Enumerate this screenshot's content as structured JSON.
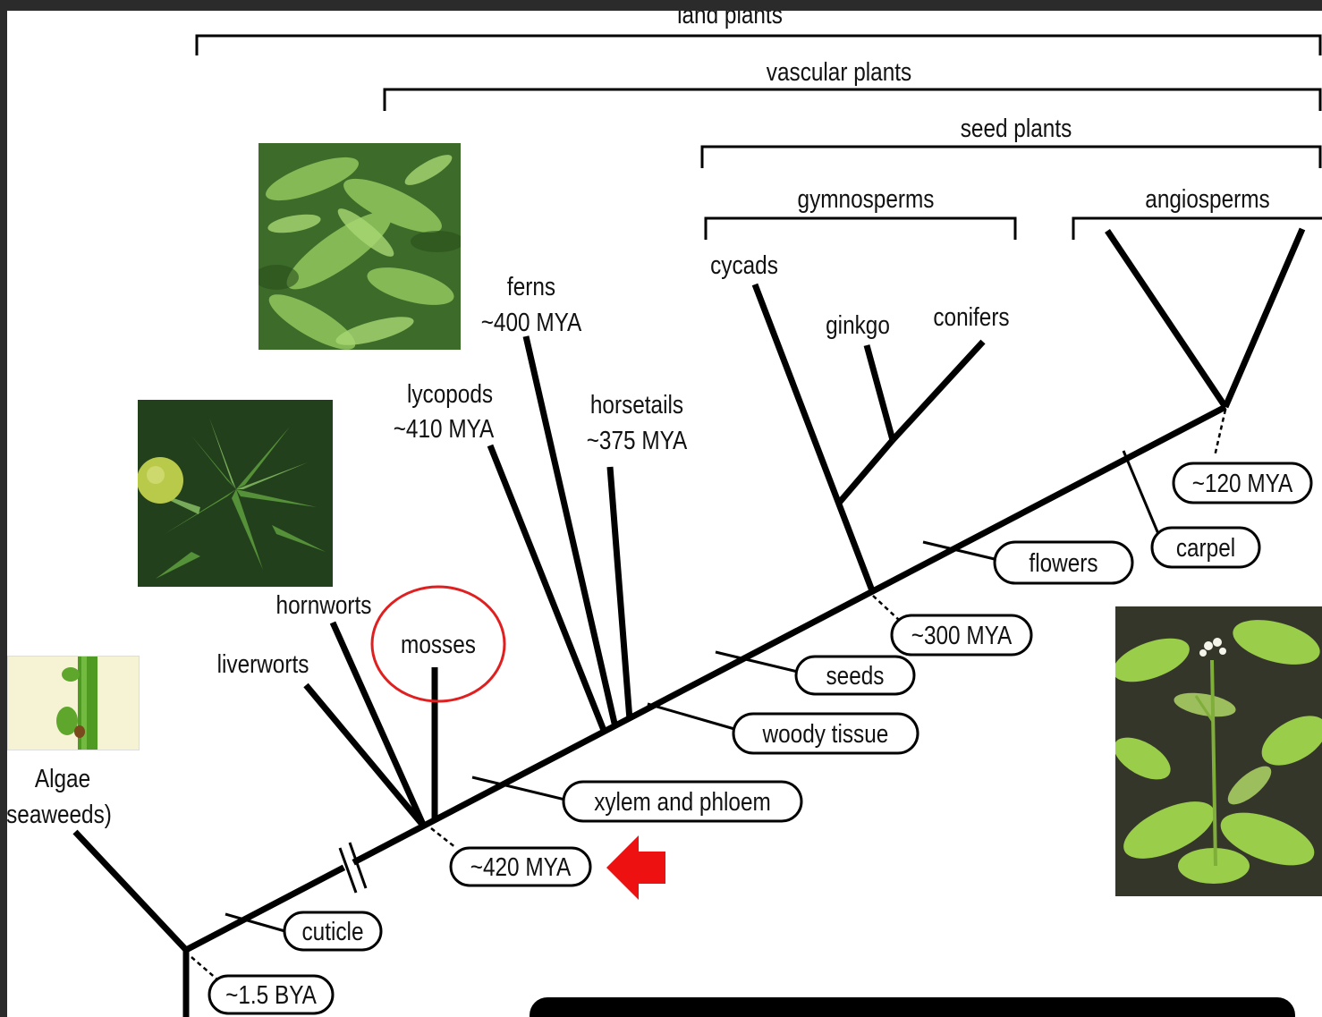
{
  "groups": {
    "land_plants": "land plants",
    "vascular_plants": "vascular plants",
    "seed_plants": "seed plants",
    "gymnosperms": "gymnosperms",
    "angiosperms": "angiosperms"
  },
  "taxa": {
    "algae_line1": "Algae",
    "algae_line2": "seaweeds)",
    "liverworts": "liverworts",
    "hornworts": "hornworts",
    "mosses": "mosses",
    "lycopods_line1": "lycopods",
    "lycopods_line2": "~410 MYA",
    "ferns_line1": "ferns",
    "ferns_line2": "~400 MYA",
    "horsetails_line1": "horsetails",
    "horsetails_line2": "~375 MYA",
    "cycads": "cycads",
    "ginkgo": "ginkgo",
    "conifers": "conifers"
  },
  "traits": {
    "cuticle": "cuticle",
    "xylem_phloem": "xylem and phloem",
    "woody_tissue": "woody tissue",
    "seeds": "seeds",
    "flowers": "flowers",
    "carpel": "carpel"
  },
  "dates": {
    "bya_1_5": "~1.5 BYA",
    "mya_420": "~420 MYA",
    "mya_300": "~300 MYA",
    "mya_120": "~120 MYA"
  },
  "highlight": {
    "circle_color": "#e02020",
    "arrow_color": "#ee1111"
  },
  "photos": [
    {
      "name": "fern-frond-photo"
    },
    {
      "name": "moss-sporophyte-photo"
    },
    {
      "name": "algae-photo"
    },
    {
      "name": "arabidopsis-photo"
    }
  ]
}
